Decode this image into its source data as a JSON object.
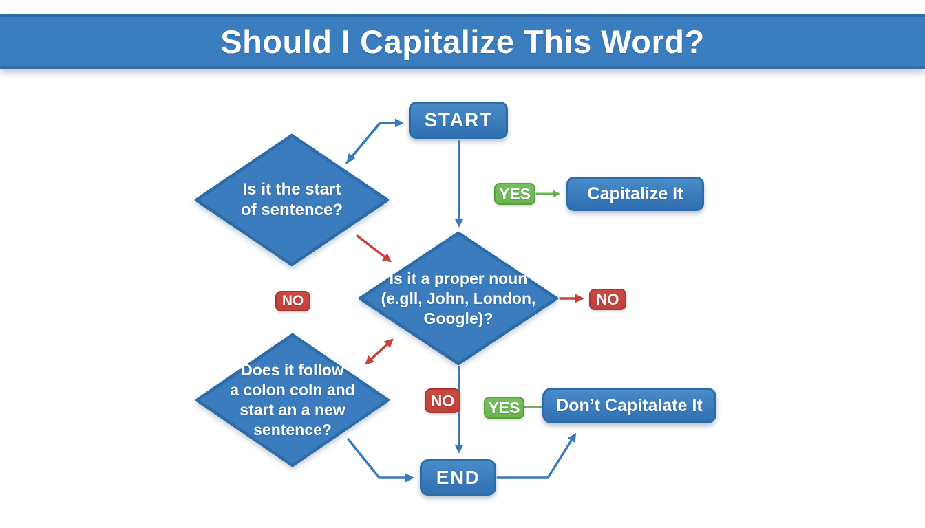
{
  "header": {
    "title": "Should I Capitalize This Word?"
  },
  "nodes": {
    "start": {
      "label": "START"
    },
    "diamond_sentence_start": {
      "label": "Is it the start\nof sentence?"
    },
    "capitalize": {
      "label": "Capitalize It"
    },
    "diamond_proper_noun": {
      "label": "Is it a proper noun\n(e.gll, John, London,\nGoogle)?"
    },
    "diamond_colon": {
      "label": "Does it follow\na colon coln and\nstart an a new\nsentence?"
    },
    "dont_capitalize": {
      "label": "Don’t Capitalate It"
    },
    "end": {
      "label": "END"
    }
  },
  "badges": {
    "yes_top": {
      "label": "YES"
    },
    "no_left": {
      "label": "NO"
    },
    "no_right": {
      "label": "NO"
    },
    "no_bottom": {
      "label": "NO"
    },
    "yes_bottom": {
      "label": "YES"
    }
  },
  "colors": {
    "banner_blue": "#3b7ebf",
    "banner_border": "#2e6fa9",
    "node_blue": "#3a7cbd",
    "node_blue_dark": "#2d6ca8",
    "yes_green": "#69b350",
    "yes_green_dark": "#58a03f",
    "no_red": "#c2403a",
    "arrow_blue": "#3879ba",
    "arrow_red": "#c8413a",
    "arrow_green": "#69b350"
  }
}
